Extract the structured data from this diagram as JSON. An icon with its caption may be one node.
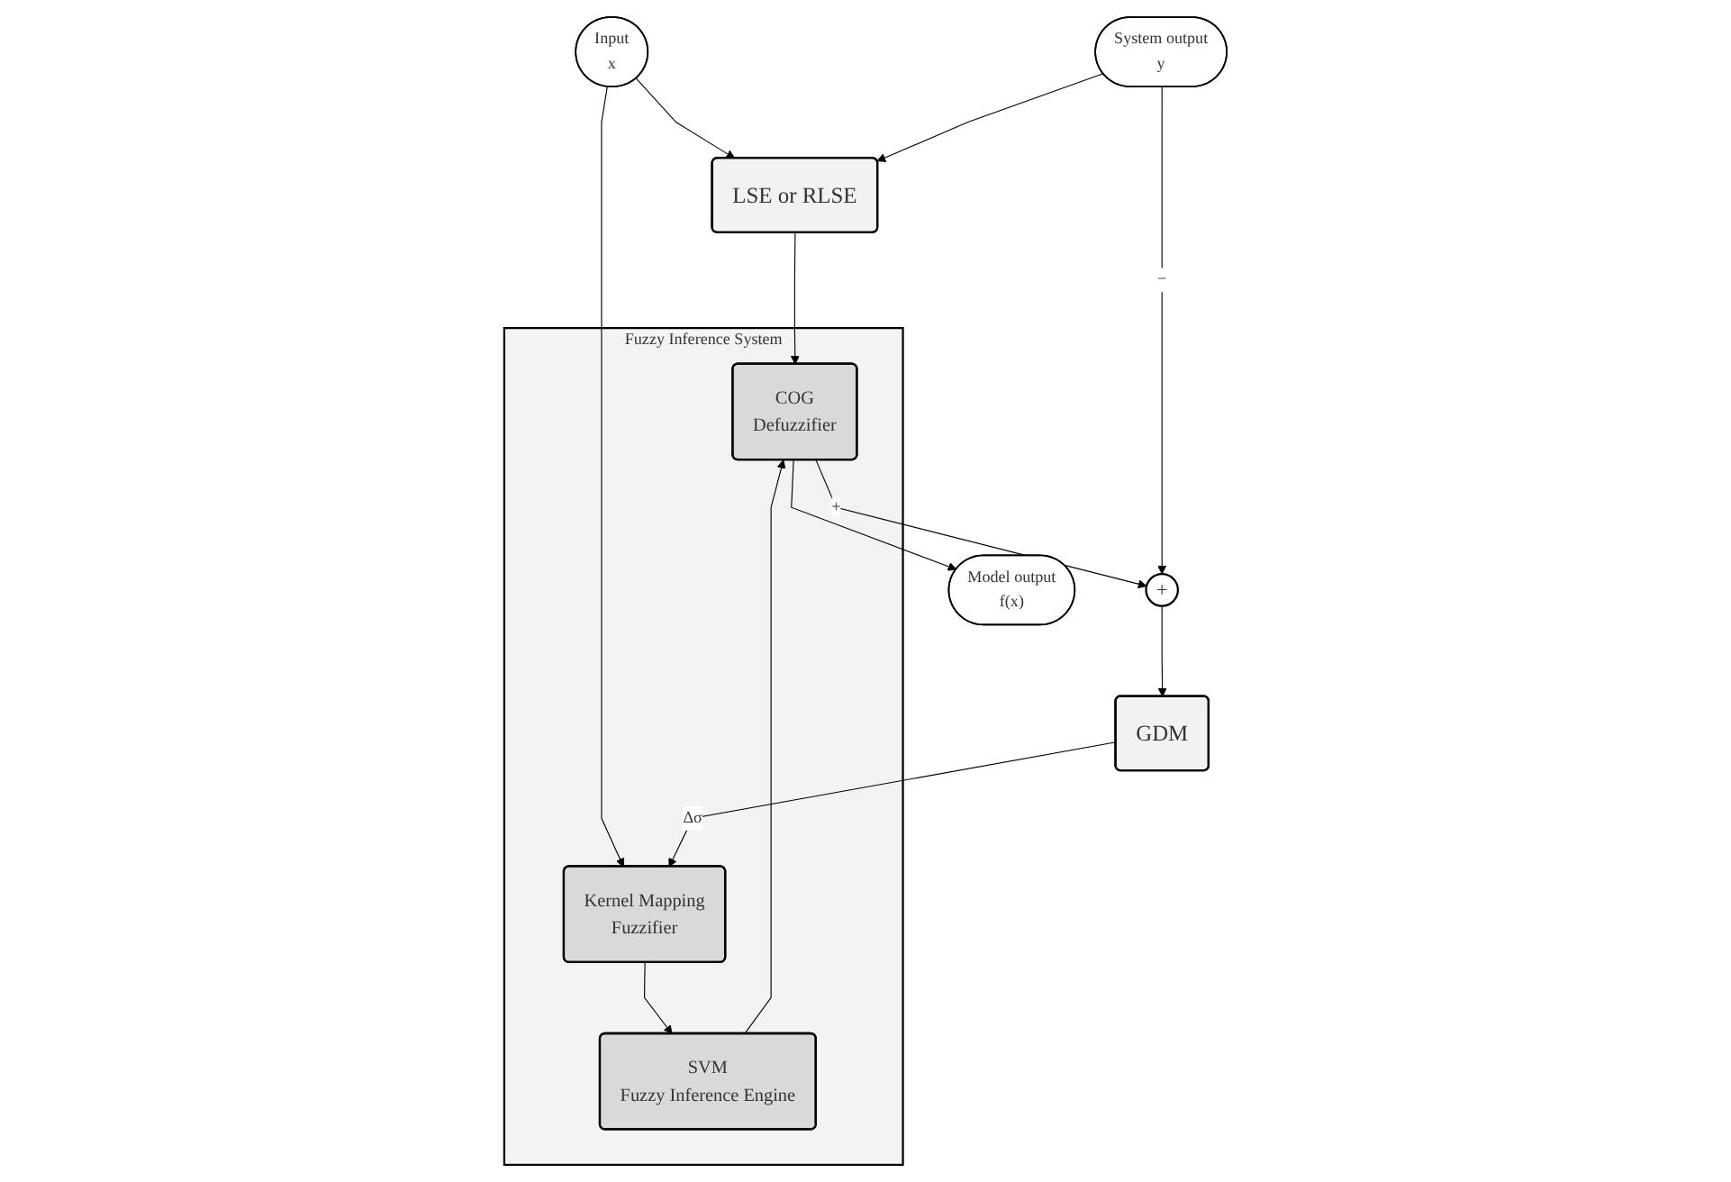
{
  "diagram": {
    "nodes": [
      {
        "text": [
          "LSE or RLSE"
        ]
      },
      {
        "text": [
          "System output",
          "y"
        ]
      },
      {
        "text": [
          "Fuzzy Inference System"
        ]
      },
      {
        "text": [
          "Kernel Mapping",
          "Fuzzifier"
        ],
        "in": 2
      },
      {
        "text": [
          "SVM",
          "Fuzzy Inference Engine"
        ],
        "in": 2
      },
      {
        "text": [
          "COG",
          "Defuzzifier"
        ],
        "in": 2
      },
      {
        "text": [
          "Input",
          "x"
        ]
      },
      {
        "text": [
          "Model output",
          "f(x)"
        ]
      },
      {
        "text": [
          "+"
        ]
      },
      {
        "text": [
          "GDM"
        ]
      }
    ],
    "edges": [
      {
        "from": 6,
        "to": 3,
        "arrow": "to"
      },
      {
        "from": 6,
        "to": 0,
        "arrow": "to"
      },
      {
        "from": 3,
        "to": 4,
        "arrow": "to"
      },
      {
        "from": 4,
        "to": 5,
        "arrow": "to"
      },
      {
        "from": 0,
        "to": 5,
        "arrow": "to"
      },
      {
        "from": 5,
        "to": 7,
        "arrow": "to"
      },
      {
        "from": 1,
        "to": 0,
        "arrow": "to"
      },
      {
        "from": 5,
        "to": 8,
        "arrow": "to",
        "label": "+"
      },
      {
        "from": 1,
        "to": 8,
        "arrow": "to",
        "label": "−"
      },
      {
        "from": 8,
        "to": 9,
        "arrow": "to"
      },
      {
        "from": 9,
        "to": 3,
        "arrow": "to",
        "label": "Δσ"
      }
    ]
  }
}
